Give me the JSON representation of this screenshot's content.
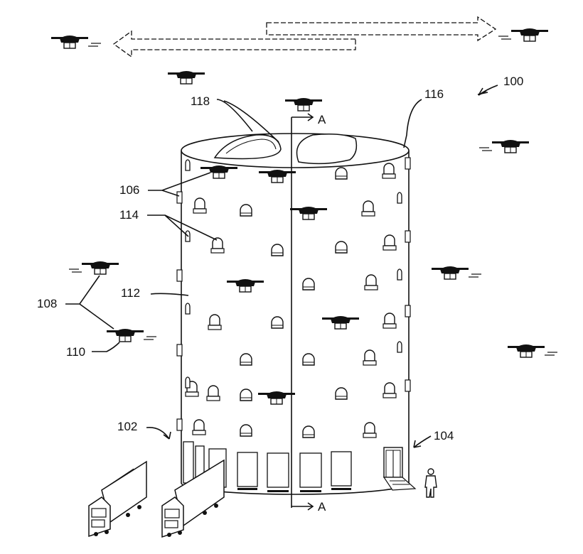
{
  "figure": {
    "labels": {
      "system": "100",
      "truck_dock": "102",
      "entrance": "104",
      "landing_pad": "106",
      "uav": "108",
      "payload": "110",
      "building": "112",
      "window": "114",
      "roof": "116",
      "roof_dome": "118",
      "section_top": "A",
      "section_bottom": "A"
    }
  }
}
